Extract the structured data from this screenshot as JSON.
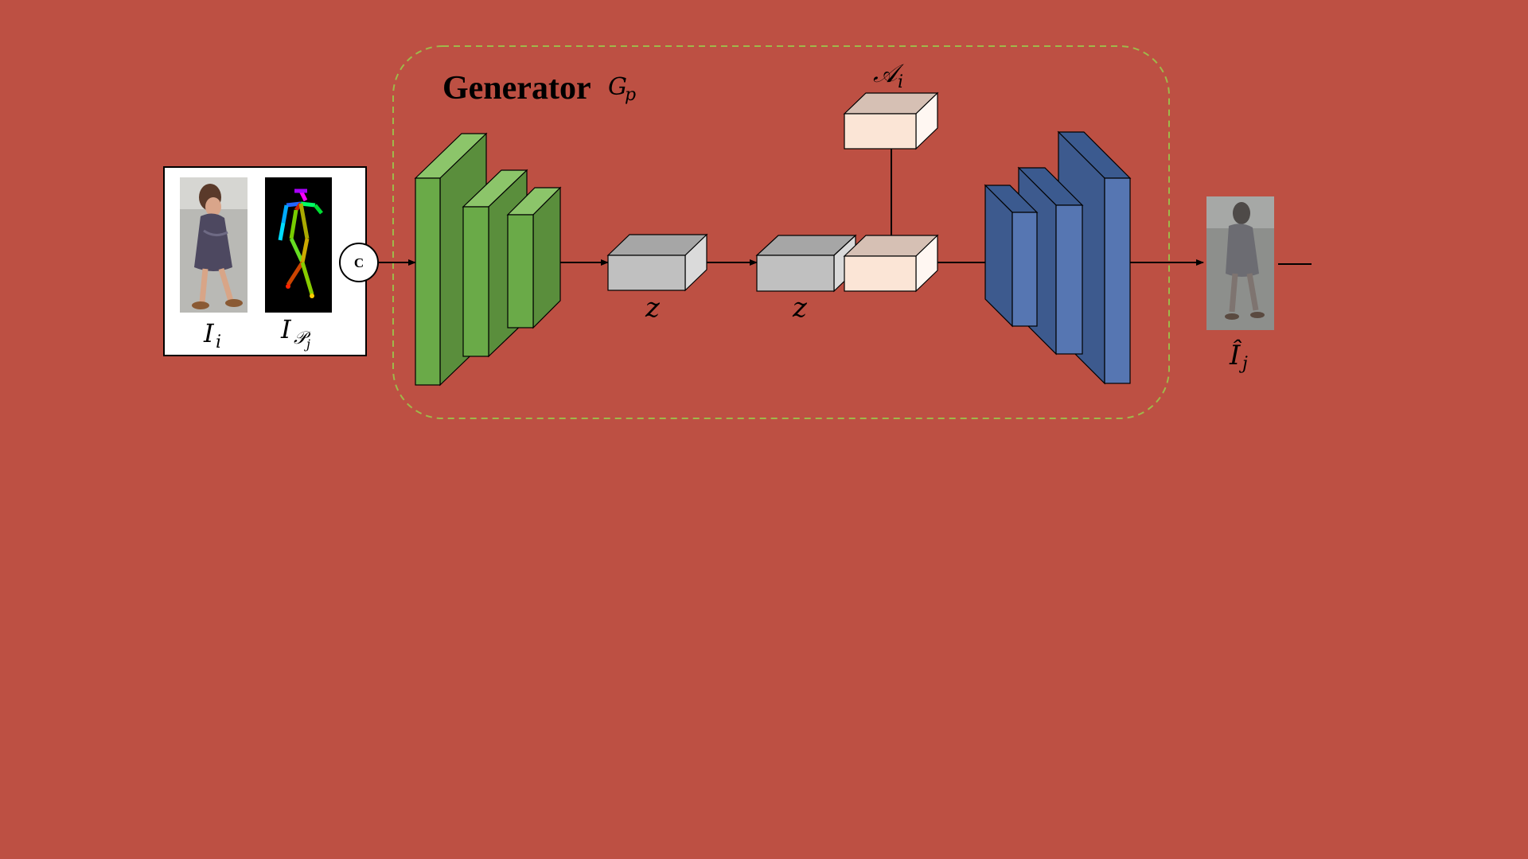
{
  "title": {
    "text": "Generator",
    "symbol": "G",
    "symbol_sub": "p"
  },
  "inputs": {
    "image_label": "I",
    "image_label_sub": "i",
    "pose_label": "I",
    "pose_label_sub1": "𝒫",
    "pose_label_sub2": "j",
    "concat_symbol": "C"
  },
  "latent": {
    "z_left": "z",
    "z_right": "z"
  },
  "attribute": {
    "label": "𝒜",
    "label_sub": "i"
  },
  "output": {
    "label": "Î",
    "label_sub": "j"
  },
  "colors": {
    "background": "#bd5043",
    "encoder_green": "#6aaa48",
    "decoder_blue": "#4f70ab",
    "latent_gray": "#c0c0c0",
    "attribute_peach": "#fbe5d6",
    "dashed_border": "#9fb84a"
  }
}
